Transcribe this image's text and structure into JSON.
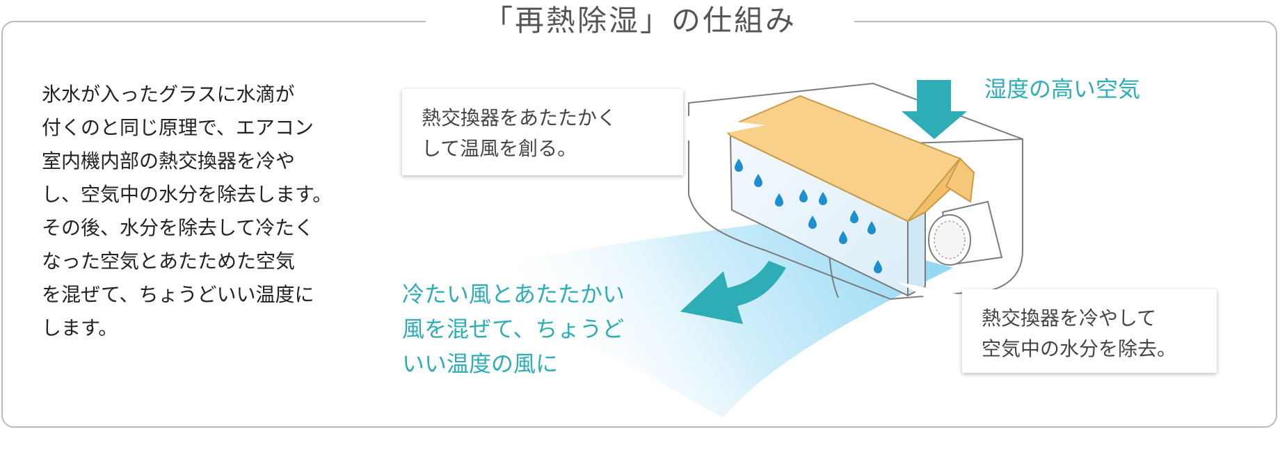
{
  "title": "「再熱除湿」の仕組み",
  "description": {
    "lines": [
      "氷水が入ったグラスに水滴が",
      "付くのと同じ原理で、エアコン",
      "室内機内部の熱交換器を冷や",
      "し、空気中の水分を除去します。",
      "その後、水分を除去して冷たく",
      "なった空気とあたためた空気",
      "を混ぜて、ちょうどいい温度に",
      "します。"
    ]
  },
  "callouts": {
    "heater": {
      "lines": [
        "熱交換器をあたたかく",
        "して温風を創る。"
      ]
    },
    "cooler": {
      "lines": [
        "熱交換器を冷やして",
        "空気中の水分を除去。"
      ]
    }
  },
  "labels": {
    "humid_air": "湿度の高い空気",
    "mixed_air": {
      "lines": [
        "冷たい風とあたたかい",
        "風を混ぜて、ちょうど",
        "いい温度の風に"
      ]
    }
  },
  "colors": {
    "teal": "#2eadb7",
    "warm_exchanger": "#f9d08a",
    "cool_exchanger": "#e9f4fb",
    "water_drop": "#1c8fd0",
    "frame_border": "#b9b9b9"
  },
  "icons": [
    "down-arrow-icon",
    "curved-arrow-icon",
    "water-drop-icon",
    "fan-roller-icon"
  ]
}
